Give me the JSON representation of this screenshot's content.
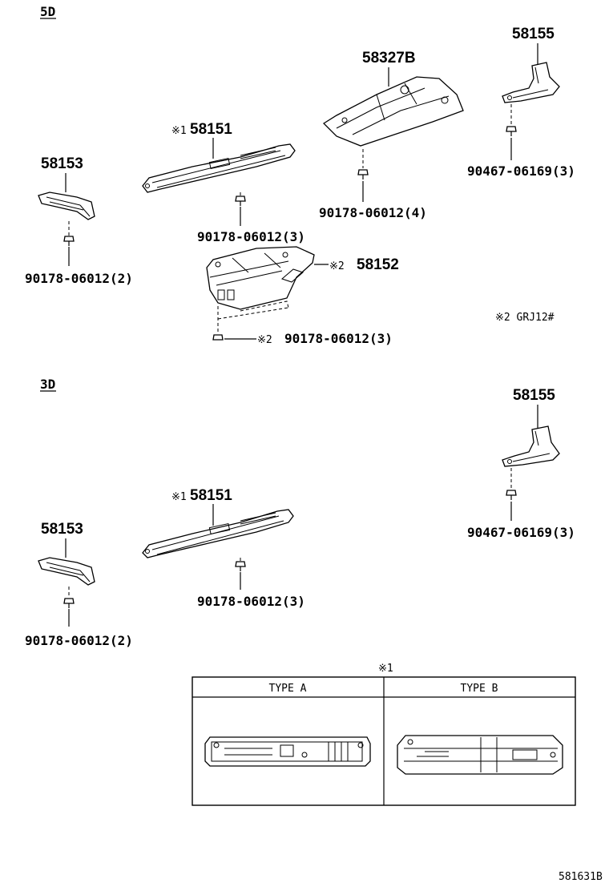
{
  "section_5d": {
    "heading": "5D",
    "p58155": "58155",
    "p58327b": "58327B",
    "p58151_mark": "※1",
    "p58151": "58151",
    "p58153": "58153",
    "p58152_mark": "※2",
    "p58152": "58152",
    "bolt_90467_06169": "90467-06169(3)",
    "bolt_90178_4": "90178-06012(4)",
    "bolt_90178_3a": "90178-06012(3)",
    "bolt_90178_2": "90178-06012(2)",
    "bolt_90178_3b_mark": "※2",
    "bolt_90178_3b": "90178-06012(3)",
    "note": "※2 GRJ12#"
  },
  "section_3d": {
    "heading": "3D",
    "p58155": "58155",
    "p58151_mark": "※1",
    "p58151": "58151",
    "p58153": "58153",
    "bolt_90467_06169": "90467-06169(3)",
    "bolt_90178_3": "90178-06012(3)",
    "bolt_90178_2": "90178-06012(2)"
  },
  "type_table": {
    "mark": "※1",
    "type_a": "TYPE A",
    "type_b": "TYPE B"
  },
  "figure_id": "581631B"
}
